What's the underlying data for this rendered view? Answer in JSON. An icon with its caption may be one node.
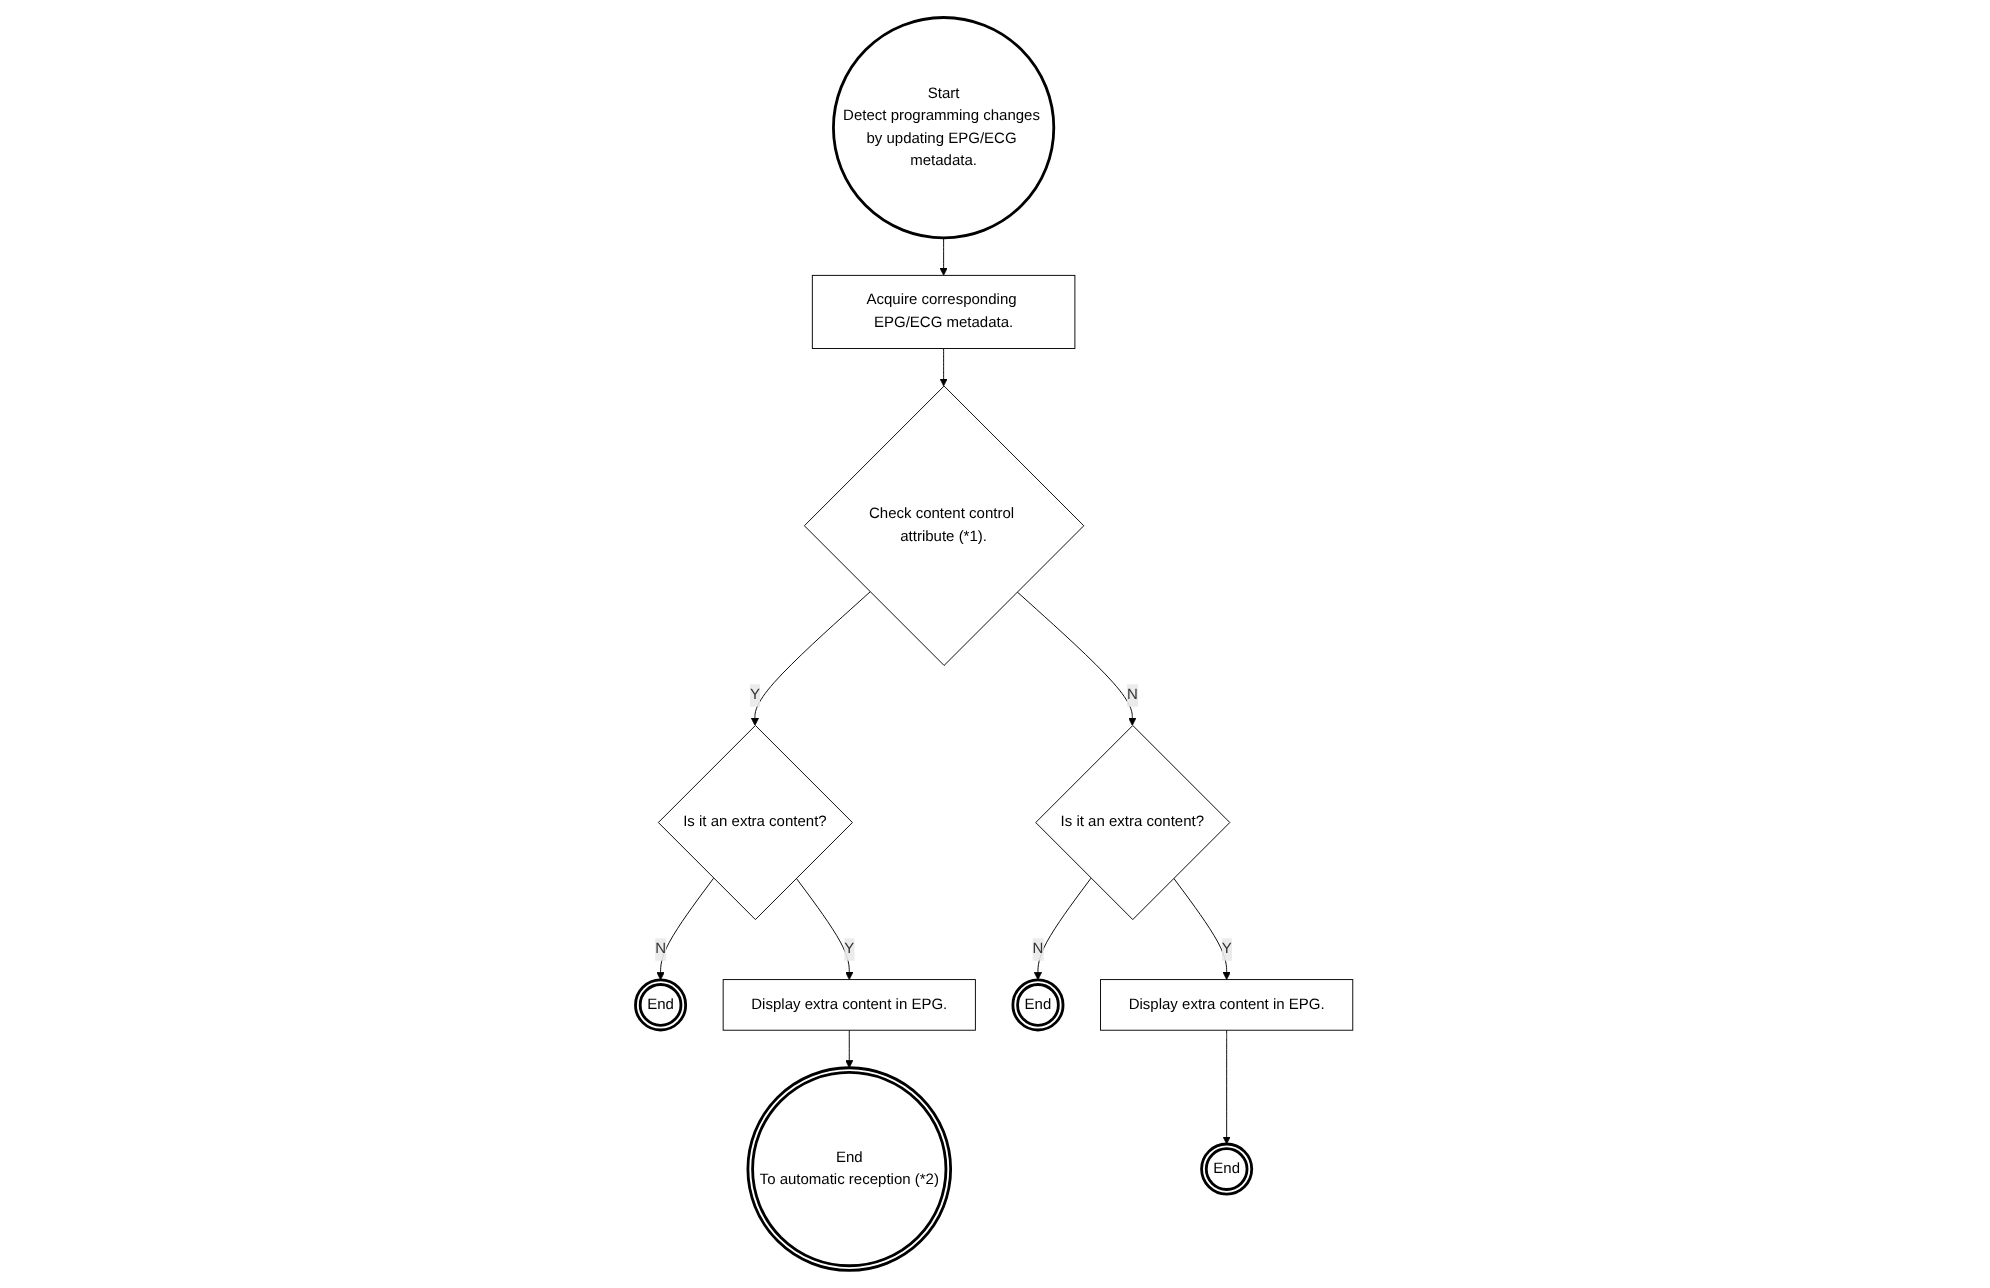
{
  "diagram": {
    "nodes": [
      {
        "text": [
          "Start",
          "Detect programming changes by updating EPG/ECG metadata."
        ]
      },
      {
        "text": [
          "Acquire corresponding EPG/ECG metadata."
        ]
      },
      {
        "text": [
          "Check content control attribute (*1)."
        ]
      },
      {
        "text": [
          "Is it an extra content?"
        ]
      },
      {
        "text": [
          "Is it an extra content?"
        ]
      },
      {
        "text": [
          "Display extra content in EPG."
        ]
      },
      {
        "text": [
          "Display extra content in EPG."
        ]
      },
      {
        "text": [
          "End"
        ]
      },
      {
        "text": [
          "End"
        ]
      },
      {
        "text": [
          "End",
          "To automatic reception (*2)"
        ]
      },
      {
        "text": [
          "End"
        ]
      }
    ],
    "edges": [
      {
        "from": 0,
        "to": 1,
        "arrow": "to"
      },
      {
        "from": 1,
        "to": 2,
        "arrow": "to"
      },
      {
        "from": 2,
        "to": 3,
        "arrow": "to",
        "label": "Y"
      },
      {
        "from": 2,
        "to": 4,
        "arrow": "to",
        "label": "N"
      },
      {
        "from": 3,
        "to": 7,
        "arrow": "to",
        "label": "N"
      },
      {
        "from": 3,
        "to": 5,
        "arrow": "to",
        "label": "Y"
      },
      {
        "from": 4,
        "to": 8,
        "arrow": "to",
        "label": "N"
      },
      {
        "from": 4,
        "to": 6,
        "arrow": "to",
        "label": "Y"
      },
      {
        "from": 5,
        "to": 9,
        "arrow": "to"
      },
      {
        "from": 6,
        "to": 10,
        "arrow": "to"
      }
    ]
  }
}
